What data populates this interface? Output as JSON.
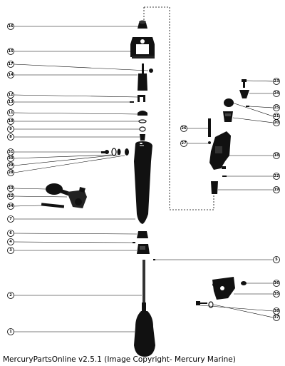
{
  "footer_text": "MercuryPartsOnline v2.5.1 (Image Copyright- Mercury Marine)",
  "callouts": [
    {
      "id": "c16",
      "label": "16"
    },
    {
      "id": "c15",
      "label": "15"
    },
    {
      "id": "c17",
      "label": "17"
    },
    {
      "id": "c14",
      "label": "14"
    },
    {
      "id": "c12",
      "label": "12"
    },
    {
      "id": "c13",
      "label": "13"
    },
    {
      "id": "c11",
      "label": "11"
    },
    {
      "id": "c10",
      "label": "10"
    },
    {
      "id": "c9",
      "label": "9"
    },
    {
      "id": "c8",
      "label": "8"
    },
    {
      "id": "c31",
      "label": "31"
    },
    {
      "id": "c30",
      "label": "30"
    },
    {
      "id": "c29",
      "label": "29"
    },
    {
      "id": "c28",
      "label": "28"
    },
    {
      "id": "c33",
      "label": "33"
    },
    {
      "id": "c32",
      "label": "32"
    },
    {
      "id": "c34",
      "label": "34"
    },
    {
      "id": "c7",
      "label": "7"
    },
    {
      "id": "c6",
      "label": "6"
    },
    {
      "id": "c4",
      "label": "4"
    },
    {
      "id": "c3",
      "label": "3"
    },
    {
      "id": "c2",
      "label": "2"
    },
    {
      "id": "c1",
      "label": "1"
    },
    {
      "id": "c23",
      "label": "23"
    },
    {
      "id": "c24",
      "label": "24"
    },
    {
      "id": "c25",
      "label": "25"
    },
    {
      "id": "c21",
      "label": "21"
    },
    {
      "id": "c20",
      "label": "20"
    },
    {
      "id": "c26",
      "label": "26"
    },
    {
      "id": "c27",
      "label": "27"
    },
    {
      "id": "c18",
      "label": "18"
    },
    {
      "id": "c22",
      "label": "22"
    },
    {
      "id": "c19",
      "label": "19"
    },
    {
      "id": "c5",
      "label": "5"
    },
    {
      "id": "c36",
      "label": "36"
    },
    {
      "id": "c35",
      "label": "35"
    },
    {
      "id": "c38",
      "label": "38"
    },
    {
      "id": "c37",
      "label": "37"
    }
  ]
}
